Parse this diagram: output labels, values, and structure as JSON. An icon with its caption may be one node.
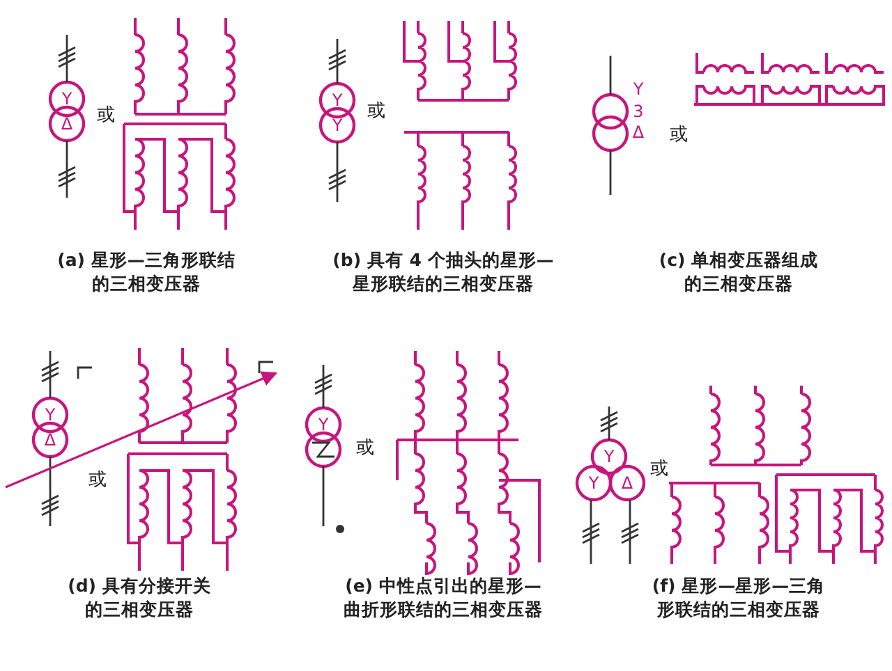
{
  "diagram": {
    "labels": [
      "Y",
      "Δ",
      "或",
      "Y",
      "Y",
      "或",
      "Y",
      "3",
      "Δ",
      "或",
      "(a) 星形—三角形联结的三相变压器",
      "(b) 具有 4 个抽头的星形—星形联结的三相变压器",
      "(c) 单相变压器组成的三相变压器",
      "Y",
      "Δ",
      "或",
      "Y",
      "或",
      "Y",
      "Y",
      "Δ",
      "或",
      "(d) 具有分接开关的三相变压器",
      "(e) 中性点引出的星形—曲折形联结的三相变压器",
      "(f) 星形—星形—三角形联结的三相变压器"
    ]
  }
}
